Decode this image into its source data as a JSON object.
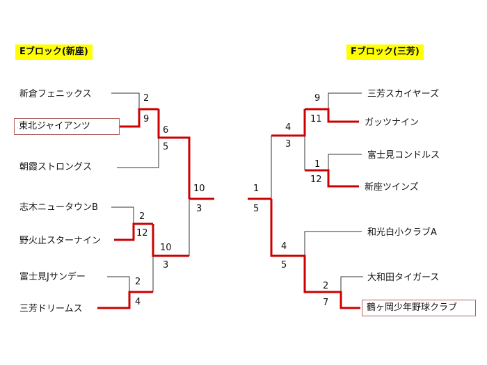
{
  "blocks": {
    "e": {
      "title": "Eブロック(新座)",
      "teams": [
        "新倉フェニックス",
        "東北ジャイアンツ",
        "朝霞ストロングス",
        "志木ニュータウンB",
        "野火止スターナイン",
        "富士見Jサンデー",
        "三芳ドリームス"
      ],
      "scores": {
        "r1a_top": "2",
        "r1a_bot": "9",
        "r2a_top": "6",
        "r2a_bot": "5",
        "r1b_top": "2",
        "r1b_bot": "12",
        "r1c_top": "2",
        "r1c_bot": "4",
        "r2b_top": "10",
        "r2b_bot": "3",
        "final_top": "10",
        "final_bot": "3"
      }
    },
    "f": {
      "title": "Fブロック(三芳)",
      "teams": [
        "三芳スカイヤーズ",
        "ガッツナイン",
        "富士見コンドルス",
        "新座ツインズ",
        "和光白小クラブA",
        "大和田タイガース",
        "鶴ヶ岡少年野球クラブ"
      ],
      "scores": {
        "r1a_top": "9",
        "r1a_bot": "11",
        "r1b_top": "1",
        "r1b_bot": "12",
        "r2a_top": "4",
        "r2a_bot": "3",
        "r1c_top": "2",
        "r1c_bot": "7",
        "r2b_top": "4",
        "r2b_bot": "5",
        "final_top": "1",
        "final_bot": "5"
      }
    }
  }
}
